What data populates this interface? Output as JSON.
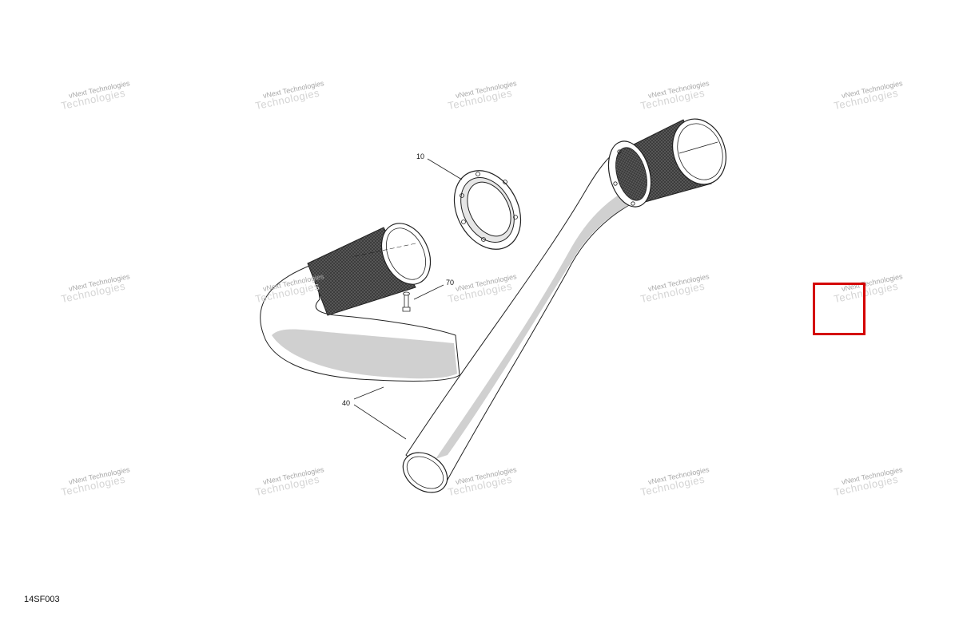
{
  "diagram": {
    "code": "14SF003",
    "callouts": [
      "10",
      "70",
      "40"
    ],
    "watermark": {
      "line1": "vNext Technologies",
      "line2": "Technologies"
    },
    "colors": {
      "selection": "#d40000",
      "line": "#222222",
      "shade": "#cfcfcf",
      "grid": "#4a4a4a"
    }
  }
}
